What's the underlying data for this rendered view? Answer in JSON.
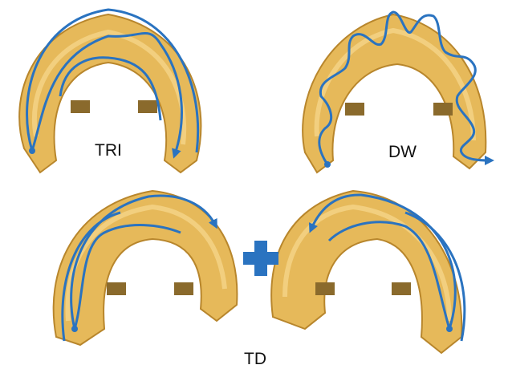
{
  "labels": {
    "tri": "TRI",
    "dw": "DW",
    "td": "TD"
  },
  "colors": {
    "model": "#e6b95a",
    "model_shadow": "#b8862c",
    "model_highlight": "#f6d88e",
    "path": "#2a73c0",
    "connector": "#8a6a2c",
    "plus": "#2a73c0"
  },
  "icons": {
    "combine": "plus-icon"
  }
}
